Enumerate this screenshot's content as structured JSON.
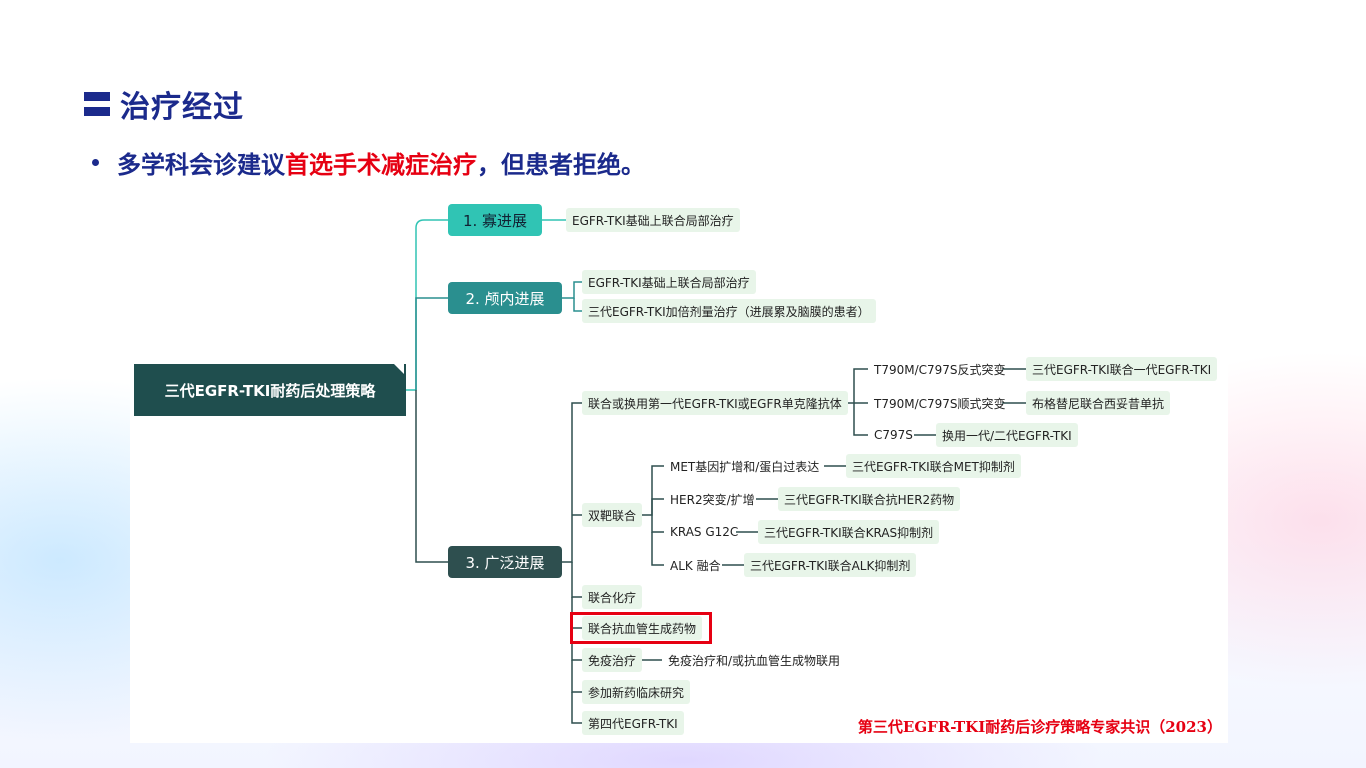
{
  "slide": {
    "title": "治疗经过",
    "bullet_part1": "多学科会诊建议",
    "bullet_highlight": "首选手术减症治疗",
    "bullet_part2": "，但患者拒绝。"
  },
  "diagram": {
    "root": "三代EGFR-TKI耐药后处理策略",
    "branch1": {
      "label": "1. 寡进展",
      "children": [
        "EGFR-TKI基础上联合局部治疗"
      ]
    },
    "branch2": {
      "label": "2. 颅内进展",
      "children": [
        "EGFR-TKI基础上联合局部治疗",
        "三代EGFR-TKI加倍剂量治疗（进展累及脑膜的患者）"
      ]
    },
    "branch3": {
      "label": "3. 广泛进展",
      "combo_egfr": {
        "label": "联合或换用第一代EGFR-TKI或EGFR单克隆抗体",
        "items": [
          {
            "label": "T790M/C797S反式突变",
            "detail": "三代EGFR-TKI联合一代EGFR-TKI"
          },
          {
            "label": "T790M/C797S顺式突变",
            "detail": "布格替尼联合西妥昔单抗"
          },
          {
            "label": "C797S",
            "detail": "换用一代/二代EGFR-TKI"
          }
        ]
      },
      "dual_target": {
        "label": "双靶联合",
        "items": [
          {
            "label": "MET基因扩增和/蛋白过表达",
            "detail": "三代EGFR-TKI联合MET抑制剂"
          },
          {
            "label": "HER2突变/扩增",
            "detail": "三代EGFR-TKI联合抗HER2药物"
          },
          {
            "label": "KRAS G12C",
            "detail": "三代EGFR-TKI联合KRAS抑制剂"
          },
          {
            "label": "ALK 融合",
            "detail": "三代EGFR-TKI联合ALK抑制剂"
          }
        ]
      },
      "chemo": "联合化疗",
      "anti_angio": "联合抗血管生成药物",
      "immuno": {
        "label": "免疫治疗",
        "detail": "免疫治疗和/或抗血管生成物联用"
      },
      "trial": "参加新药临床研究",
      "gen4": "第四代EGFR-TKI"
    },
    "source": "第三代EGFR-TKI耐药后诊疗策略专家共识（2023）"
  },
  "colors": {
    "title": "#1b2a8c",
    "highlight": "#e60012",
    "root": "#1f4e4e",
    "branch_light": "#30c4b4",
    "leaf_bg": "#e8f5e9"
  }
}
